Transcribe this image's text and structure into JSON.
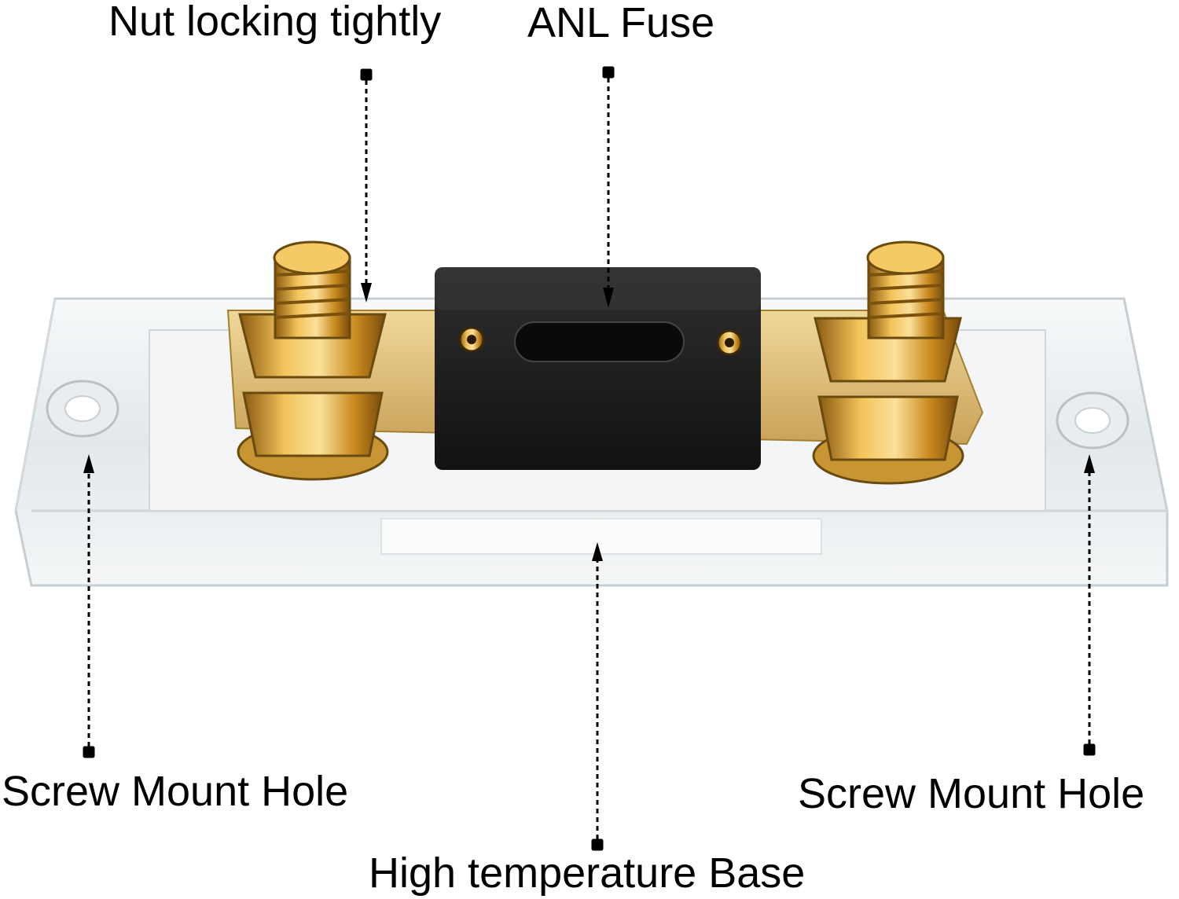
{
  "labels": {
    "nut_locking": "Nut locking tightly",
    "anl_fuse": "ANL Fuse",
    "screw_mount_left": "Screw Mount Hole",
    "screw_mount_right": "Screw Mount Hole",
    "base": "High temperature Base"
  },
  "colors": {
    "brass": "#d9a233",
    "fuse_body": "#1c1c1c",
    "base_acrylic": "#e8ecef"
  }
}
